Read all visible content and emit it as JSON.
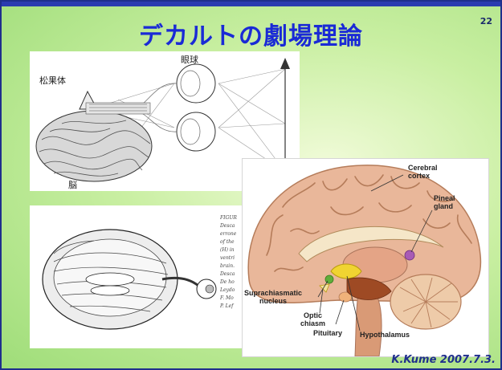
{
  "slide": {
    "title": "デカルトの劇場理論",
    "page_number": "22",
    "credit": "K.Kume  2007.7.3."
  },
  "descartes_figure": {
    "labels": [
      "松果体",
      "眼球",
      "脳"
    ]
  },
  "figure_caption": {
    "lines": [
      "FIGUR",
      "Desca",
      "errone",
      "of the",
      "(H) in",
      "ventri",
      "brain.",
      "Desca",
      "De ho",
      "Leydo",
      "F. Mo",
      "P. Lef"
    ]
  },
  "brain_diagram": {
    "labels": {
      "cerebral_cortex": "Cerebral\ncortex",
      "pineal_gland": "Pineal\ngland",
      "suprachiasmatic_nucleus": "Suprachiasmatic\nnucleus",
      "optic_chiasm": "Optic\nchiasm",
      "pituitary": "Pituitary",
      "hypothalamus": "Hypothalamus"
    }
  }
}
